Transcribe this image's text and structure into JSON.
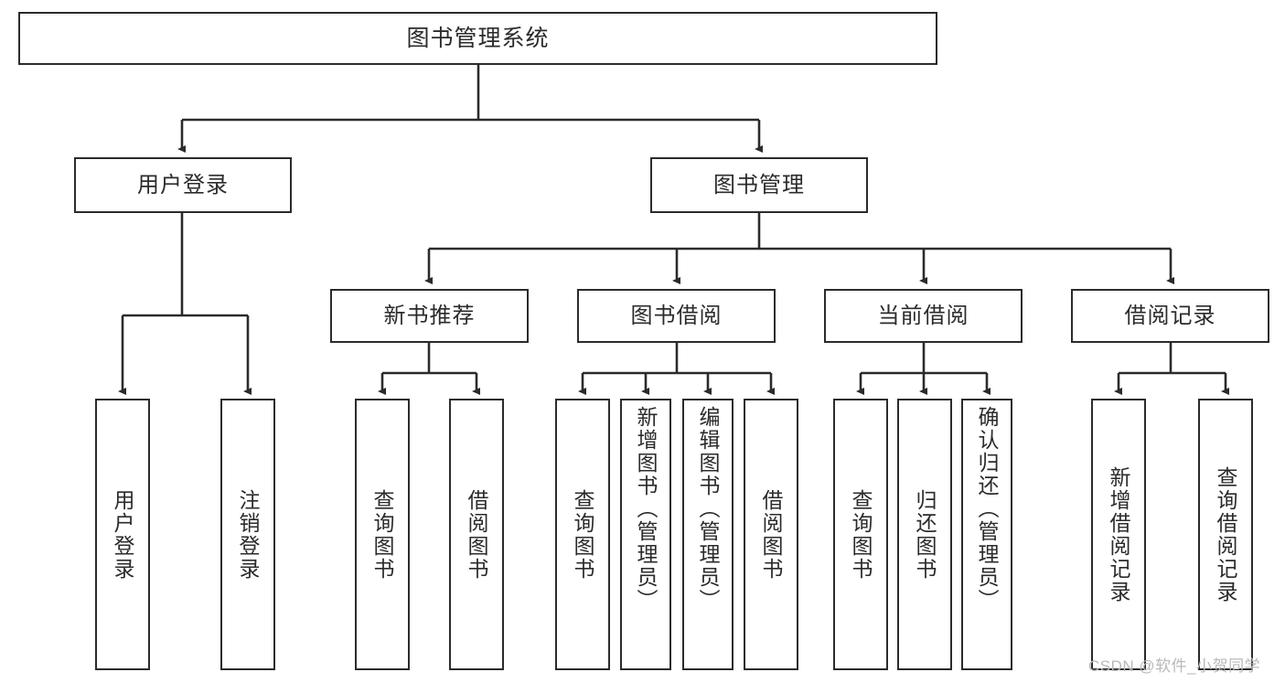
{
  "diagram": {
    "title": "图书管理系统",
    "type": "hierarchy-tree",
    "level2": [
      {
        "label": "用户登录"
      },
      {
        "label": "图书管理"
      }
    ],
    "level3": [
      {
        "label": "新书推荐"
      },
      {
        "label": "图书借阅"
      },
      {
        "label": "当前借阅"
      },
      {
        "label": "借阅记录"
      }
    ],
    "leaves": {
      "user_login": [
        {
          "label": "用户登录"
        },
        {
          "label": "注销登录"
        }
      ],
      "new_book_recommend": [
        {
          "label": "查询图书"
        },
        {
          "label": "借阅图书"
        }
      ],
      "book_borrow": [
        {
          "label": "查询图书"
        },
        {
          "label": "新增图书（管理员）"
        },
        {
          "label": "编辑图书（管理员）"
        },
        {
          "label": "借阅图书"
        }
      ],
      "current_borrow": [
        {
          "label": "查询图书"
        },
        {
          "label": "归还图书"
        },
        {
          "label": "确认归还（管理员）"
        }
      ],
      "borrow_record": [
        {
          "label": "新增借阅记录"
        },
        {
          "label": "查询借阅记录"
        }
      ]
    }
  },
  "watermark": {
    "text": "CSDN @软件_小贺同学"
  },
  "colors": {
    "stroke": "#2b2b2b",
    "background": "#ffffff",
    "watermark": "#b9b9b9"
  }
}
